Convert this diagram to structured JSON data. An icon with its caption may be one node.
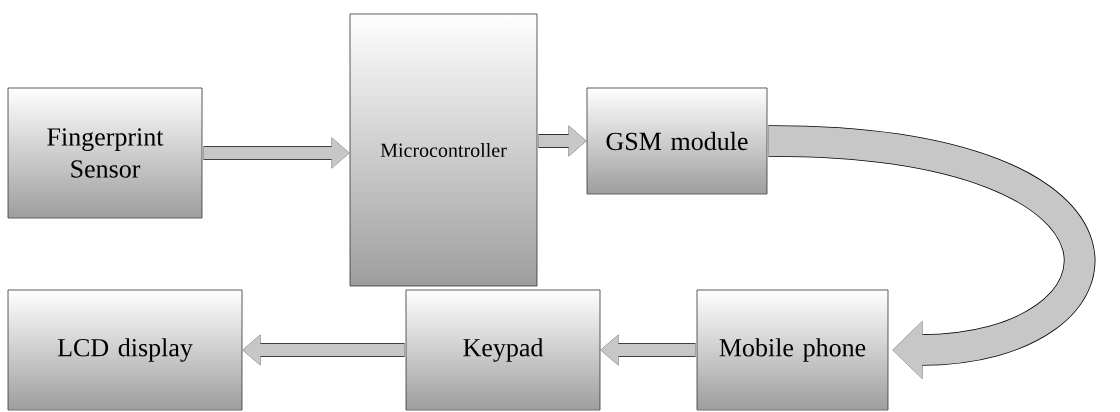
{
  "diagram": {
    "nodes": [
      {
        "text": [
          "Fingerprint Sensor"
        ]
      },
      {
        "text": [
          "Microcontroller"
        ]
      },
      {
        "text": [
          "GSM module"
        ]
      },
      {
        "text": [
          "LCD display"
        ]
      },
      {
        "text": [
          "Keypad"
        ]
      },
      {
        "text": [
          "Mobile phone"
        ]
      }
    ],
    "edges": [
      {
        "from": 0,
        "to": 1,
        "arrow": "to"
      },
      {
        "from": 1,
        "to": 2,
        "arrow": "to"
      },
      {
        "from": 2,
        "to": 5,
        "arrow": "to",
        "style": "thick"
      },
      {
        "from": 5,
        "to": 4,
        "arrow": "to"
      },
      {
        "from": 4,
        "to": 3,
        "arrow": "to"
      }
    ]
  }
}
